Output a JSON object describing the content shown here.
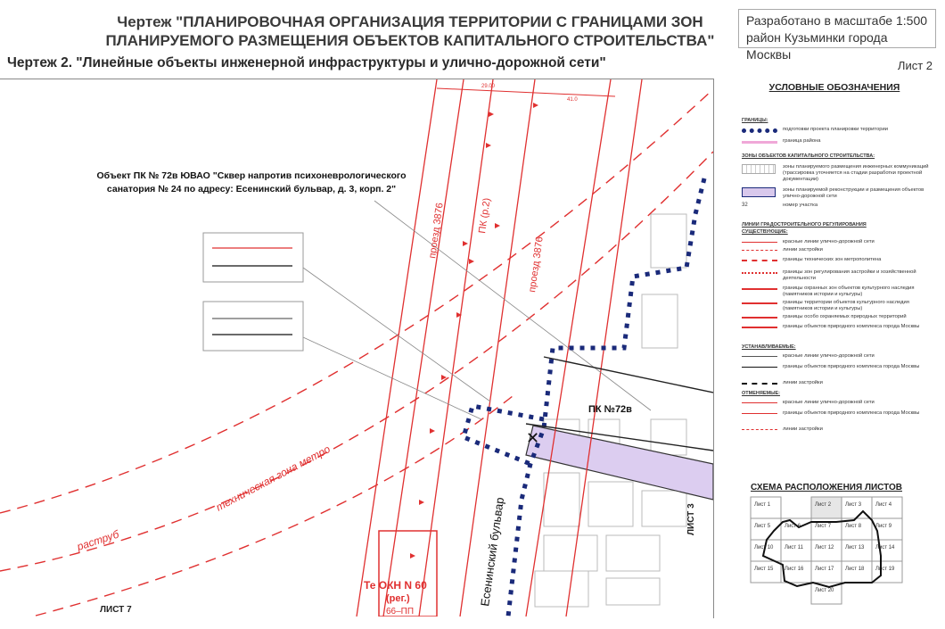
{
  "header": {
    "title_line1": "Чертеж \"ПЛАНИРОВОЧНАЯ ОРГАНИЗАЦИЯ ТЕРРИТОРИИ С ГРАНИЦАМИ ЗОН",
    "title_line2": "ПЛАНИРУЕМОГО РАЗМЕЩЕНИЯ ОБЪЕКТОВ КАПИТАЛЬНОГО СТРОИТЕЛЬСТВА\"",
    "subtitle": "Чертеж 2. \"Линейные объекты инженерной инфраструктуры и улично-дорожной сети\"",
    "scale": "Разработано в масштабе 1:500",
    "district": "район Кузьминки города Москвы",
    "sheet": "Лист 2"
  },
  "map": {
    "callout_line1": "Объект ПК № 72в  ЮВАО \"Сквер напротив психоневрологического",
    "callout_line2": "санатория № 24 по адресу: Есенинский бульвар, д. 3, корп. 2\"",
    "labels": {
      "proezd1": "проезд 3876",
      "pk": "ПК  (р.2)",
      "proezd2": "проезд 3876",
      "metro": "техническая зона метро",
      "rastrub": "раструб",
      "boulevard": "Есенинский бульвар",
      "object": "ПК №72в",
      "okn_line1": "Те   ОКН N  60",
      "okn_line2": "(рег.)",
      "okn_line3": "66–ПП",
      "dim1": "29.00",
      "dim2": "41.0",
      "list7": "ЛИСТ 7",
      "list3": "ЛИСТ 3"
    }
  },
  "legend": {
    "title": "УСЛОВНЫЕ ОБОЗНАЧЕНИЯ",
    "sec_borders": "ГРАНИЦЫ:",
    "borders": [
      "подготовки проекта планировки территории",
      "граница района"
    ],
    "sec_zones": "ЗОНЫ ОБЪЕКТОВ КАПИТАЛЬНОГО СТРОИТЕЛЬСТВА:",
    "zones": [
      "зоны планируемого размещения инженерных коммуникаций (трассировка уточняется на стадии разработки проектной документации)",
      "зоны планируемой реконструкции и размещения объектов улично-дорожной сети",
      "номер участка"
    ],
    "zone_num": "32",
    "sec_lines": "ЛИНИИ ГРАДОСТРОИТЕЛЬНОГО РЕГУЛИРОВАНИЯ",
    "sec_existing": "СУЩЕСТВУЮЩИЕ:",
    "existing": [
      "красные линии улично-дорожной сети",
      "линии застройки",
      "границы технических зон метрополитена",
      "границы зон регулирования застройки и хозяйственной деятельности",
      "границы охранных зон объектов культурного наследия (памятников истории и культуры)",
      "границы территории объектов культурного наследия (памятников истории и культуры)",
      "границы особо охраняемых природных территорий",
      "границы объектов природного комплекса города Москвы"
    ],
    "sec_set": "УСТАНАВЛИВАЕМЫЕ:",
    "set": [
      "красные линии улично-дорожной сети",
      "границы объектов природного комплекса города Москвы",
      "линии застройки"
    ],
    "sec_cancel": "ОТМЕНЯЕМЫЕ:",
    "cancel": [
      "красные линии улично-дорожной сети",
      "границы объектов природного комплекса города Москвы",
      "линии застройки"
    ]
  },
  "schema": {
    "title": "СХЕМА РАСПОЛОЖЕНИЯ ЛИСТОВ",
    "cells": [
      "Лист 1",
      "Лист 2",
      "Лист 3",
      "Лист 4",
      "Лист 5",
      "Лист 6",
      "Лист 7",
      "Лист 8",
      "Лист 9",
      "Лист 10",
      "Лист 11",
      "Лист 12",
      "Лист 13",
      "Лист 14",
      "Лист 15",
      "Лист 16",
      "Лист 17",
      "Лист 18",
      "Лист 19",
      "Лист 20"
    ]
  },
  "colors": {
    "red": "#e03030",
    "navy": "#1a2a7a",
    "violet": "#d8c8ec",
    "pink": "#f0a8d8"
  }
}
